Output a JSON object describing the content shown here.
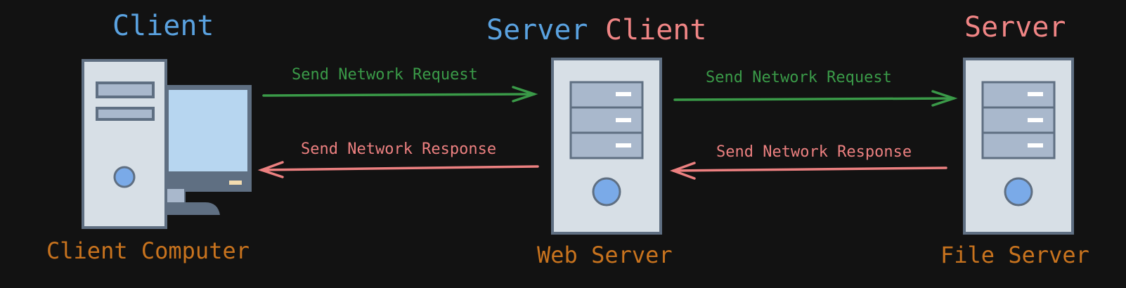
{
  "colors": {
    "background": "#121212",
    "server_role": "#5aa2e0",
    "client_role": "#f08585",
    "machine_name": "#c8731e",
    "request_arrow": "#3a9a48",
    "response_arrow": "#ec8080",
    "case_fill": "#d7dfe6",
    "case_stroke": "#5f6f82",
    "bay_fill": "#a9b8cc",
    "screen_fill": "#b7d6f0",
    "power_button": "#7aaae8",
    "led": "#f3dcb0"
  },
  "nodes": [
    {
      "role_labels": [
        {
          "text": "Client",
          "kind": "server_role"
        }
      ],
      "name": "Client Computer",
      "icon": "desktop-computer-icon"
    },
    {
      "role_labels": [
        {
          "text": "Server",
          "kind": "server_role"
        },
        {
          "text": "Client",
          "kind": "client_role"
        }
      ],
      "name": "Web Server",
      "icon": "server-tower-icon"
    },
    {
      "role_labels": [
        {
          "text": "Server",
          "kind": "client_role"
        }
      ],
      "name": "File Server",
      "icon": "server-tower-icon"
    }
  ],
  "links": [
    {
      "request": "Send Network Request",
      "response": "Send Network Response"
    },
    {
      "request": "Send Network Request",
      "response": "Send Network Response"
    }
  ]
}
